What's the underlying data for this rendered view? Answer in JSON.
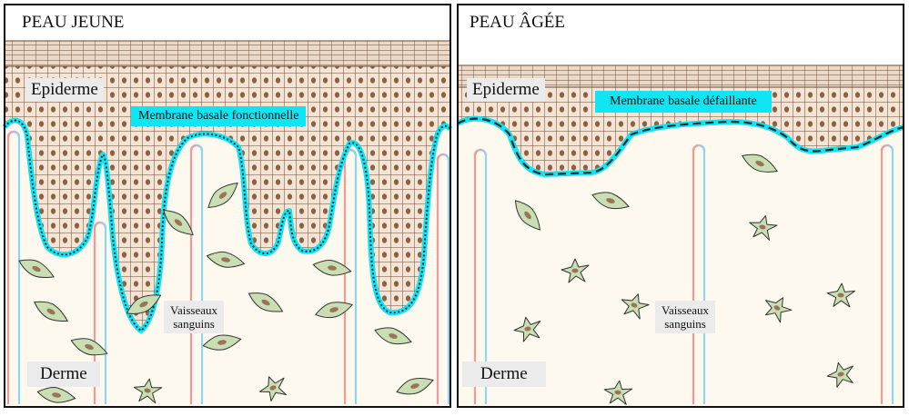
{
  "panels": {
    "young": {
      "title": "PEAU JEUNE",
      "epidermis": "Epiderme",
      "membrane": "Membrane basale fonctionnelle",
      "vessels_line1": "Vaisseaux",
      "vessels_line2": "sanguins",
      "dermis": "Derme"
    },
    "aged": {
      "title": "PEAU ÂGÉE",
      "epidermis": "Epiderme",
      "membrane": "Membrane basale défaillante",
      "vessels_line1": "Vaisseaux",
      "vessels_line2": "sanguins",
      "dermis": "Derme"
    }
  },
  "colors": {
    "dermis": "#fdf9ee",
    "cell_fill": "#f4e4d6",
    "cell_line": "#6e4a2e",
    "nucleus": "#8b6244",
    "membrane": "#11e4f2",
    "vessel_red": "#f29a9a",
    "vessel_blue": "#8fd6f5",
    "fibroblast": "#c9dfb3",
    "fibroblast_nucleus": "#9a7458",
    "label_bg": "#ebebeb"
  }
}
